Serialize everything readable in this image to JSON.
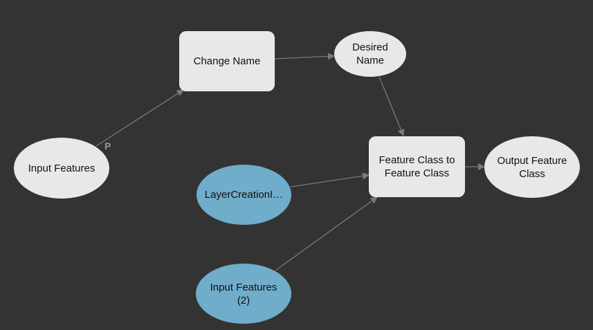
{
  "colors": {
    "background": "#333333",
    "variable_fill": "#e8e8e8",
    "input_fill": "#6fadcb",
    "connector": "#7a7a7a",
    "text": "#111111"
  },
  "nodes": {
    "input_features": {
      "label": "Input Features",
      "shape": "ellipse",
      "kind": "variable"
    },
    "change_name": {
      "label": "Change Name",
      "shape": "rounded-rect",
      "kind": "tool"
    },
    "desired_name": {
      "label": "Desired\nName",
      "shape": "ellipse",
      "kind": "variable"
    },
    "fc_to_fc": {
      "label": "Feature Class to\nFeature Class",
      "shape": "rounded-rect",
      "kind": "tool"
    },
    "output_fc": {
      "label": "Output Feature\nClass",
      "shape": "ellipse",
      "kind": "variable"
    },
    "layer_creation": {
      "label": "LayerCreationI…",
      "shape": "ellipse",
      "kind": "input"
    },
    "input_features_2": {
      "label": "Input Features\n(2)",
      "shape": "ellipse",
      "kind": "input"
    }
  },
  "param_marker": "P",
  "connections": [
    {
      "from": "input_features",
      "to": "change_name"
    },
    {
      "from": "change_name",
      "to": "desired_name"
    },
    {
      "from": "desired_name",
      "to": "fc_to_fc"
    },
    {
      "from": "layer_creation",
      "to": "fc_to_fc"
    },
    {
      "from": "input_features_2",
      "to": "fc_to_fc"
    },
    {
      "from": "fc_to_fc",
      "to": "output_fc"
    }
  ]
}
